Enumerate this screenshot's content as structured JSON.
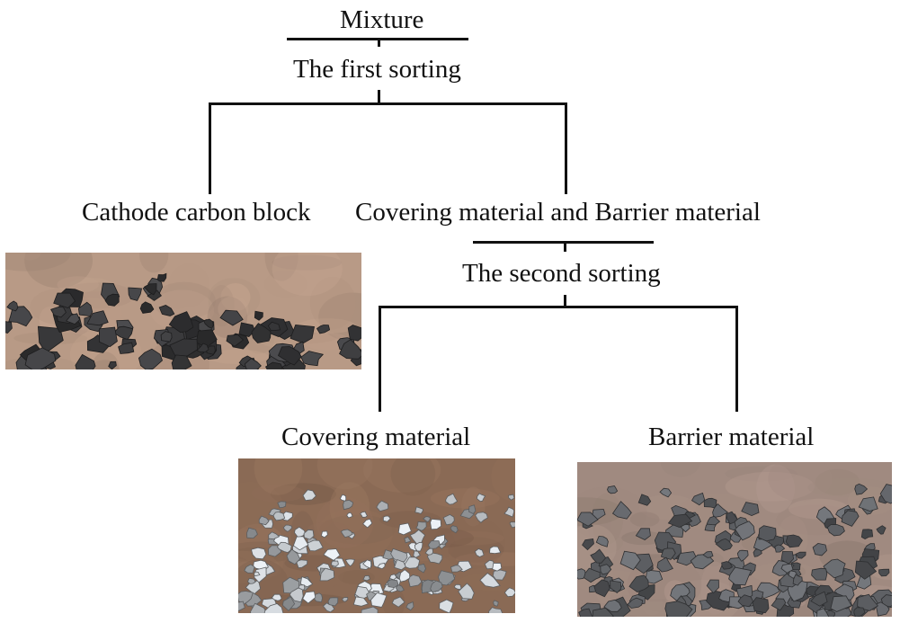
{
  "diagram": {
    "nodes": {
      "mixture": "Mixture",
      "first_sorting": "The first sorting",
      "cathode_block": "Cathode carbon block",
      "cover_barrier": "Covering material and Barrier material",
      "second_sorting": "The second sorting",
      "covering": "Covering material",
      "barrier": "Barrier material"
    }
  },
  "colors": {
    "line": "#111111",
    "cathode_background": "#b89a86",
    "cathode_rocks": "#3a3a3c",
    "covering_background": "#8a6a55",
    "covering_rocks": "#b8bcc0",
    "barrier_background": "#a08a80",
    "barrier_rocks": "#5c5e62"
  }
}
